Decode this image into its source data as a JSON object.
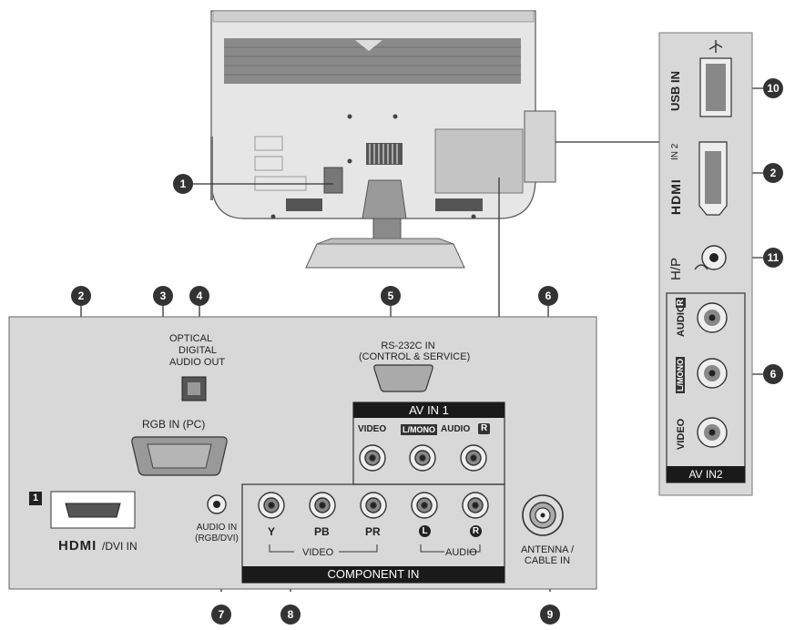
{
  "callouts": [
    "1",
    "2",
    "3",
    "4",
    "5",
    "6",
    "7",
    "8",
    "9",
    "10",
    "11"
  ],
  "labels": {
    "optical": "OPTICAL",
    "digital": "DIGITAL",
    "audio_out": "AUDIO OUT",
    "rs232": "RS-232C IN",
    "rs232_sub": "(CONTROL & SERVICE)",
    "av_in1": "AV IN 1",
    "av_video": "VIDEO",
    "av_lmono": "L/MONO",
    "av_audio": "AUDIO",
    "av_r": "R",
    "rgb_in": "RGB IN  (PC)",
    "hdmi_num": "1",
    "hdmi_logo": "HDMI",
    "dvi_in": "/DVI IN",
    "audio_in": "AUDIO IN",
    "audio_in_sub": "(RGB/DVI)",
    "comp_y": "Y",
    "comp_pb": "PB",
    "comp_pr": "PR",
    "comp_l": "L",
    "comp_r": "R",
    "comp_video": "VIDEO",
    "comp_audio": "AUDIO",
    "component_in": "COMPONENT IN",
    "antenna": "ANTENNA /",
    "cable_in": "CABLE IN",
    "usb_in": "USB IN",
    "hdmi2_logo": "HDMI",
    "in2": "IN 2",
    "hp": "H/P",
    "side_audio": "AUDIO",
    "side_r": "R",
    "side_lmono": "L/MONO",
    "side_video": "VIDEO",
    "av_in2": "AV IN2"
  }
}
